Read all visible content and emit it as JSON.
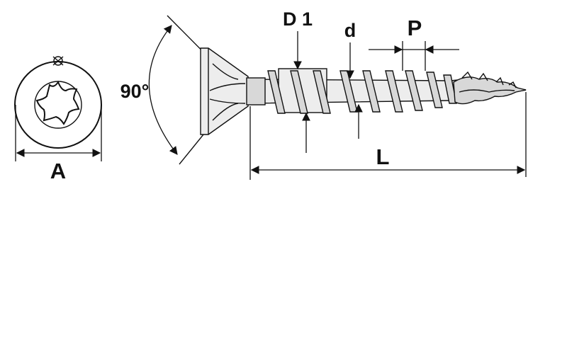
{
  "labels": {
    "head_diameter": "A",
    "angle": "90°",
    "head_dia_d1": "D 1",
    "core": "d",
    "pitch": "P",
    "length": "L"
  },
  "colors": {
    "line": "#111111",
    "background": "#ffffff",
    "shade": "#d8d8d8"
  },
  "icons": {
    "drive": "torx-star-icon"
  }
}
